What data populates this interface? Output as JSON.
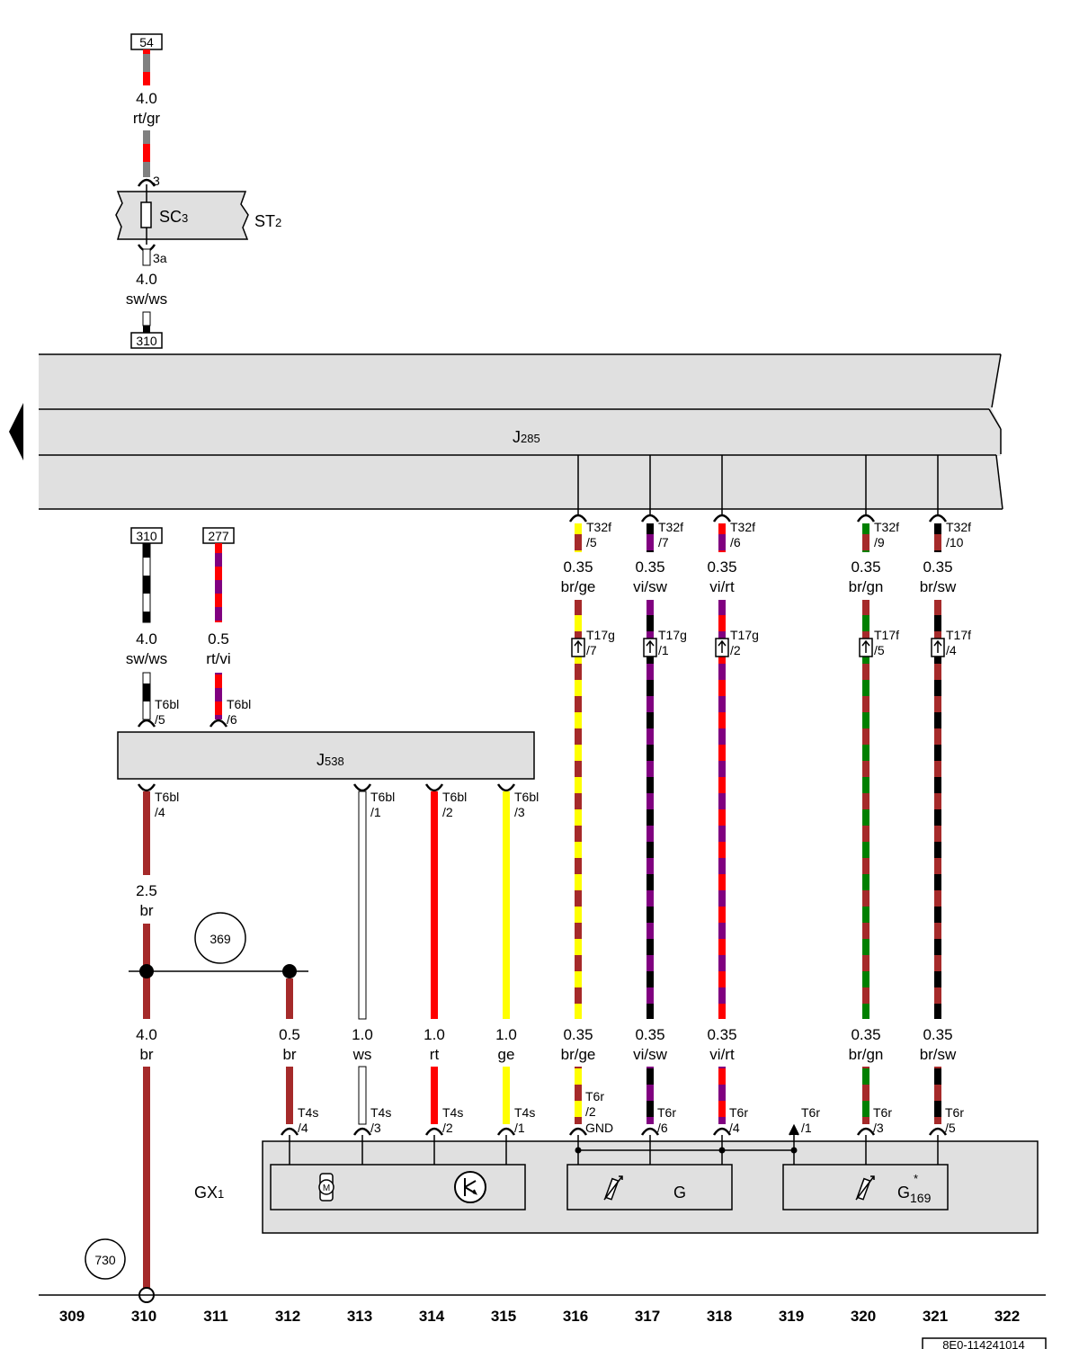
{
  "top_wire": {
    "ref_top": "54",
    "size": "4.0",
    "color": "rt/gr",
    "fuse_pin_in": "3",
    "fuse_pin_out": "3a",
    "fuse_label": "SC",
    "fuse_sub": "3",
    "holder_label": "ST",
    "holder_sub": "2",
    "out_size": "4.0",
    "out_color": "sw/ws",
    "ref_bottom": "310"
  },
  "module_j285": {
    "label": "J",
    "sub": "285"
  },
  "module_j538": {
    "label": "J",
    "sub": "538"
  },
  "left_inputs": [
    {
      "ref": "310",
      "size": "4.0",
      "color": "sw/ws",
      "conn": "T6bl",
      "pin": "/5"
    },
    {
      "ref": "277",
      "size": "0.5",
      "color": "rt/vi",
      "conn": "T6bl",
      "pin": "/6"
    }
  ],
  "j538_outputs": [
    {
      "conn": "T6bl",
      "pin": "/4"
    },
    {
      "conn": "T6bl",
      "pin": "/1"
    },
    {
      "conn": "T6bl",
      "pin": "/2"
    },
    {
      "conn": "T6bl",
      "pin": "/3"
    }
  ],
  "ground_wire": {
    "size_a": "2.5",
    "color_a": "br",
    "size_b": "4.0",
    "color_b": "br",
    "ref_circle": "369",
    "ground_circle": "730"
  },
  "gx1_wires": [
    {
      "size": "0.5",
      "color": "br",
      "conn": "T4s",
      "pin": "/4"
    },
    {
      "size": "1.0",
      "color": "ws",
      "conn": "T4s",
      "pin": "/3"
    },
    {
      "size": "1.0",
      "color": "rt",
      "conn": "T4s",
      "pin": "/2"
    },
    {
      "size": "1.0",
      "color": "ge",
      "conn": "T4s",
      "pin": "/1"
    }
  ],
  "sensor_wires": [
    {
      "top_conn": "T32f",
      "top_pin": "/5",
      "size": "0.35",
      "color": "br/ge",
      "mid_conn": "T17g",
      "mid_pin": "/7",
      "bot_conn": "T6r",
      "bot_pin": "/2",
      "bot_extra": "GND"
    },
    {
      "top_conn": "T32f",
      "top_pin": "/7",
      "size": "0.35",
      "color": "vi/sw",
      "mid_conn": "T17g",
      "mid_pin": "/1",
      "bot_conn": "T6r",
      "bot_pin": "/6",
      "bot_extra": ""
    },
    {
      "top_conn": "T32f",
      "top_pin": "/6",
      "size": "0.35",
      "color": "vi/rt",
      "mid_conn": "T17g",
      "mid_pin": "/2",
      "bot_conn": "T6r",
      "bot_pin": "/4",
      "bot_extra": ""
    },
    {
      "top_conn": "T32f",
      "top_pin": "/9",
      "size": "0.35",
      "color": "br/gn",
      "mid_conn": "T17f",
      "mid_pin": "/5",
      "bot_conn": "T6r",
      "bot_pin": "/3",
      "bot_extra": ""
    },
    {
      "top_conn": "T32f",
      "top_pin": "/10",
      "size": "0.35",
      "color": "br/sw",
      "mid_conn": "T17f",
      "mid_pin": "/4",
      "bot_conn": "T6r",
      "bot_pin": "/5",
      "bot_extra": ""
    }
  ],
  "t6r_1": {
    "conn": "T6r",
    "pin": "/1"
  },
  "gx1": {
    "label": "GX",
    "sub": "1",
    "motor": "M",
    "sensor_g": "G",
    "sensor_g169": "G",
    "g169_sub": "169",
    "g169_star": "*"
  },
  "axis_numbers": [
    "309",
    "310",
    "311",
    "312",
    "313",
    "314",
    "315",
    "316",
    "317",
    "318",
    "319",
    "320",
    "321",
    "322"
  ],
  "doc_id": "8E0-114241014",
  "colors": {
    "br": "#a52a2a",
    "rt": "#ff0000",
    "gr": "#808080",
    "ge": "#ffff00",
    "vi": "#800080",
    "sw": "#000000",
    "gn": "#008000",
    "ws": "#ffffff",
    "panel": "#e0e0e0"
  }
}
